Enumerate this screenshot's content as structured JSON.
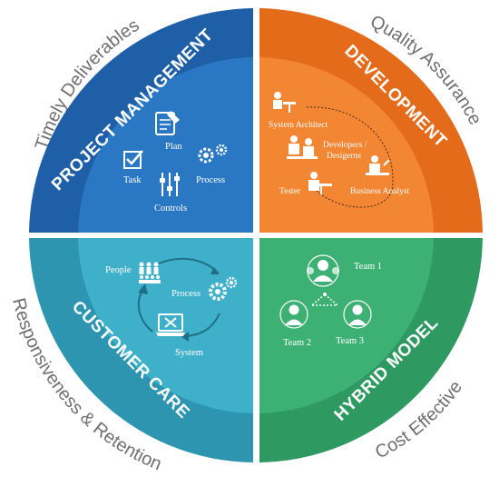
{
  "outer_labels": {
    "top_left": "Timely Deliverables",
    "top_right": "Quality Assurance",
    "bottom_left": "Responsiveness & Retention",
    "bottom_right": "Cost Effective"
  },
  "quadrants": {
    "project_management": {
      "title": "PROJECT MANAGEMENT",
      "color": "#1f5fa7",
      "items": {
        "plan": "Plan",
        "task": "Task",
        "process": "Process",
        "controls": "Controls"
      }
    },
    "development": {
      "title": "DEVELOPMENT",
      "color": "#f07a22",
      "items": {
        "system_architect": "System Architect",
        "developers_line1": "Developers /",
        "developers_line2": "Desigerns",
        "tester": "Tester",
        "business_analyst": "Business Analyst"
      }
    },
    "customer_care": {
      "title": "CUSTOMER CARE",
      "color": "#2f9fbd",
      "items": {
        "people": "People",
        "process": "Process",
        "system": "System"
      }
    },
    "hybrid_model": {
      "title": "HYBRID MODEL",
      "color": "#35a36d",
      "items": {
        "team1": "Team 1",
        "team2": "Team 2",
        "team3": "Team 3"
      }
    }
  }
}
